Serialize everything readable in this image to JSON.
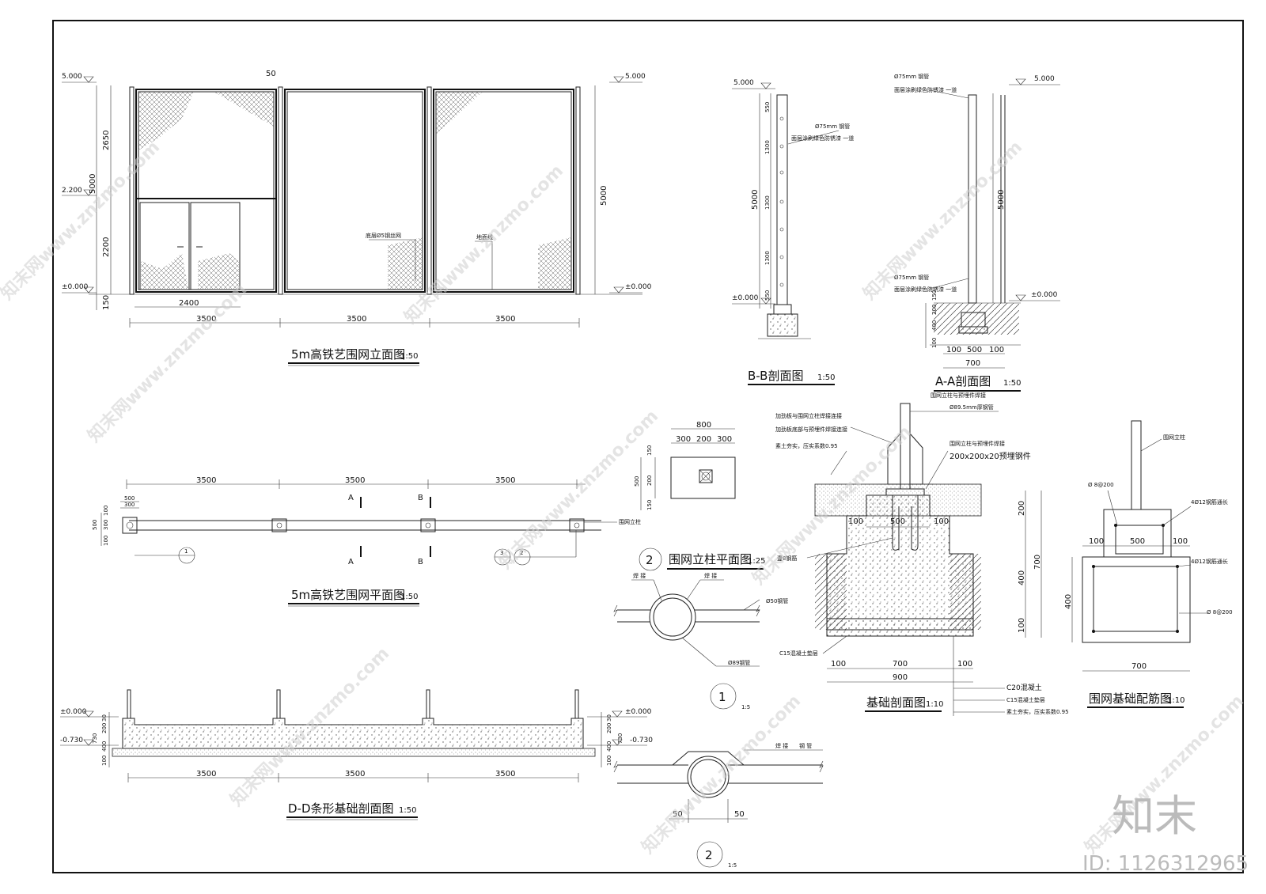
{
  "titles": {
    "elevation": "5m高铁艺围网立面图",
    "elevation_scale": "1:50",
    "bb": "B-B剖面图",
    "bb_scale": "1:50",
    "aa": "A-A剖面图",
    "aa_scale": "1:50",
    "plan": "5m高铁艺围网平面图",
    "plan_scale": "1:50",
    "post_plan": "围网立柱平面图",
    "post_plan_scale": "1:25",
    "foundation": "基础剖面图",
    "foundation_scale": "1:10",
    "rebar": "围网基础配筋图",
    "rebar_scale": "1:10",
    "dd": "D-D条形基础剖面图",
    "dd_scale": "1:50",
    "detail1_scale": "1:5",
    "detail2_scale": "1:5"
  },
  "elevation": {
    "level_top": "5.000",
    "level_mid": "2.200",
    "level_zero": "±0.000",
    "dim_2650": "2650",
    "dim_5000": "5000",
    "dim_2200": "2200",
    "dim_150": "150",
    "dim_50": "50",
    "dim_2400": "2400",
    "dim_3500": "3500",
    "note_mesh": "底层Ø5钢丝网",
    "note_ground": "地面线"
  },
  "bb": {
    "level_top": "5.000",
    "level_zero": "±0.000",
    "dims": [
      "550",
      "1300",
      "1300",
      "1300",
      "550"
    ],
    "dim_5000": "5000",
    "note_pipe": "Ø75mm 钢管",
    "note_paint": "面层涂刷绿色防锈漆 一道"
  },
  "aa": {
    "level_top": "5.000",
    "level_zero": "±0.000",
    "note_pipe": "Ø75mm 钢管",
    "note_paint": "面层涂刷绿色防锈漆 一道",
    "dim_5000": "5000",
    "dims_v": [
      "150",
      "200",
      "400",
      "100"
    ],
    "dims_h": [
      "100",
      "500",
      "100"
    ],
    "dim_700": "700"
  },
  "plan": {
    "dims_top": [
      "3500",
      "3500",
      "3500"
    ],
    "dim_500": "500",
    "dim_300": "300",
    "dims_left": [
      "100",
      "300",
      "100"
    ],
    "marker_a": "A",
    "marker_b": "B",
    "callout_1": "1",
    "callout_2": "2",
    "callout_3": "3",
    "note_post": "围网立柱"
  },
  "post_plan": {
    "dim_800": "800",
    "dims_h": [
      "300",
      "200",
      "300"
    ],
    "dim_500": "500",
    "dims_v": [
      "150",
      "200",
      "150"
    ],
    "callout": "2"
  },
  "detail1": {
    "weld_l": "焊 接",
    "weld_r": "焊 接",
    "note_pipe50": "Ø50钢管",
    "note_pipe89": "Ø89钢管",
    "callout": "1"
  },
  "foundation": {
    "note_weld_top": "围网立柱与预埋件焊接",
    "note_pipe": "Ø89.5mm厚钢管",
    "note_rib1": "加劲板与围网立柱焊接连接",
    "note_rib2": "加劲板底部与预埋件焊接连接",
    "note_fill": "素土夯实，压实系数0.95",
    "note_embed": "围网立柱与预埋件焊接",
    "note_plate": "200x200x20预埋钢件",
    "note_bar": "壹8钢筋",
    "note_c15": "C15混凝土垫层",
    "note_c20": "C20混凝土",
    "note_c15b": "C15混凝土垫层",
    "note_fill2": "素土夯实，压实系数0.95",
    "dim_500": "500",
    "dims_h": [
      "100",
      "700",
      "100"
    ],
    "dim_900": "900",
    "dims_v": [
      "200",
      "400",
      "100"
    ],
    "dim_700": "700"
  },
  "rebar": {
    "note_post": "围网立柱",
    "note_s1": "Ø 8@200",
    "note_bar1": "4Ø12钢筋通长",
    "note_bar2": "4Ø12钢筋通长",
    "note_s2": "Ø 8@200",
    "dims_h": [
      "100",
      "500",
      "100"
    ],
    "dim_400": "400",
    "dim_700": "700"
  },
  "dd": {
    "level_zero": "±0.000",
    "level_neg": "-0.730",
    "dims_v": [
      "30",
      "200",
      "400",
      "100"
    ],
    "dim_730": "730",
    "dims_h": [
      "3500",
      "3500",
      "3500"
    ]
  },
  "detail2": {
    "weld": "焊 接",
    "pipe": "钢 管",
    "dim_50a": "50",
    "dim_50b": "50",
    "callout": "2"
  },
  "watermark": {
    "text": "知末网www.znzmo.com",
    "brand": "知末",
    "id": "ID: 1126312965"
  }
}
